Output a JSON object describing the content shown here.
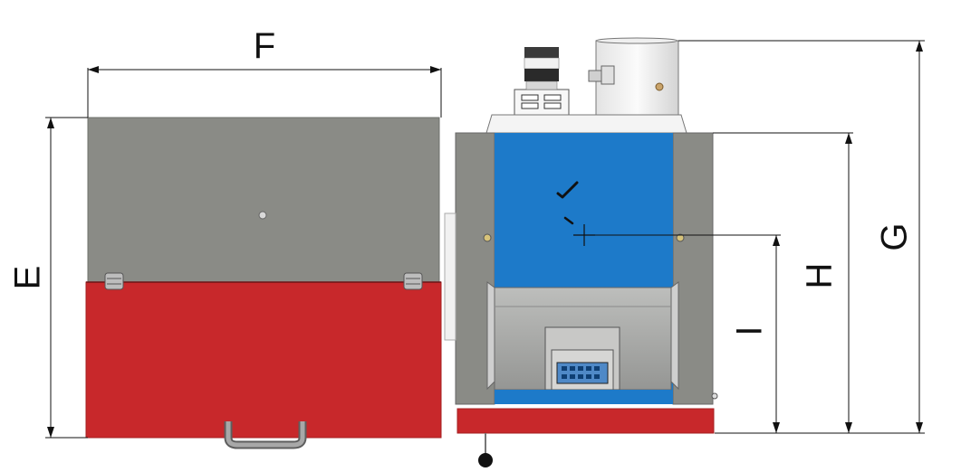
{
  "labels": {
    "E": "E",
    "F": "F",
    "G": "G",
    "H": "H",
    "I": "I"
  },
  "colors": {
    "housing_gray": "#8a8b86",
    "cabinet_red": "#c8282b",
    "front_blue": "#1d7ac9",
    "ash_drawer_gray": "#a9aaa7",
    "pale_metal": "#eeeeee",
    "dark_metal": "#2a2a2a",
    "control_panel": "#4f89c7"
  }
}
